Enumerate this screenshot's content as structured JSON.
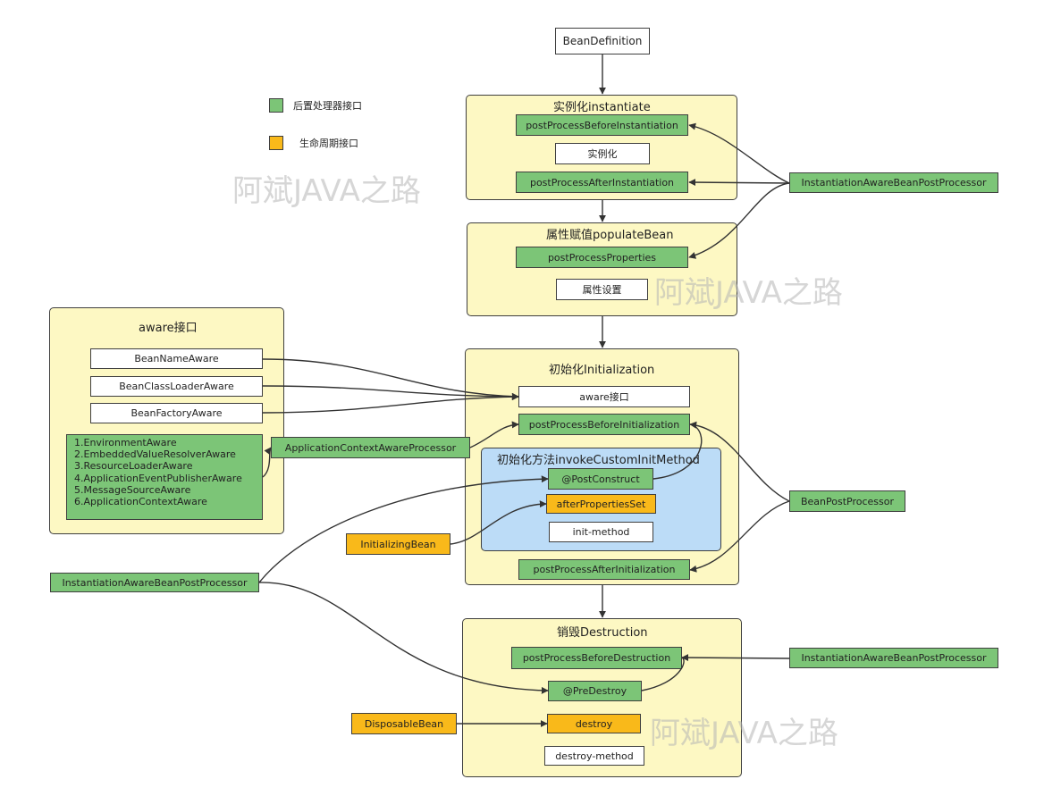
{
  "legend": {
    "post_processor": "后置处理器接口",
    "lifecycle": "生命周期接口",
    "post_processor_color": "#7cc577",
    "lifecycle_color": "#f9b91a"
  },
  "watermark": "阿斌JAVA之路",
  "bean_definition": "BeanDefinition",
  "instantiate": {
    "title": "实例化instantiate",
    "before": "postProcessBeforeInstantiation",
    "action": "实例化",
    "after": "postProcessAfterInstantiation"
  },
  "populate": {
    "title": "属性赋值populateBean",
    "properties": "postProcessProperties",
    "action": "属性设置"
  },
  "aware_group": {
    "title": "aware接口",
    "items": [
      "BeanNameAware",
      "BeanClassLoaderAware",
      "BeanFactoryAware"
    ],
    "list": [
      "1.EnvironmentAware",
      "2.EmbeddedValueResolverAware",
      "3.ResourceLoaderAware",
      "4.ApplicationEventPublisherAware",
      "5.MessageSourceAware",
      "6.ApplicationContextAware"
    ]
  },
  "app_ctx_processor": "ApplicationContextAwareProcessor",
  "initialization": {
    "title": "初始化Initialization",
    "aware": "aware接口",
    "before": "postProcessBeforeInitialization",
    "custom_title": "初始化方法invokeCustomInitMethod",
    "post_construct": "@PostConstruct",
    "after_properties_set": "afterPropertiesSet",
    "init_method": "init-method",
    "after": "postProcessAfterInitialization"
  },
  "destruction": {
    "title": "销毁Destruction",
    "before": "postProcessBeforeDestruction",
    "pre_destroy": "@PreDestroy",
    "destroy": "destroy",
    "destroy_method": "destroy-method"
  },
  "external": {
    "iabpp_top": "InstantiationAwareBeanPostProcessor",
    "bpp": "BeanPostProcessor",
    "iabpp_left": "InstantiationAwareBeanPostProcessor",
    "iabpp_bottom": "InstantiationAwareBeanPostProcessor",
    "initializing_bean": "InitializingBean",
    "disposable_bean": "DisposableBean"
  }
}
